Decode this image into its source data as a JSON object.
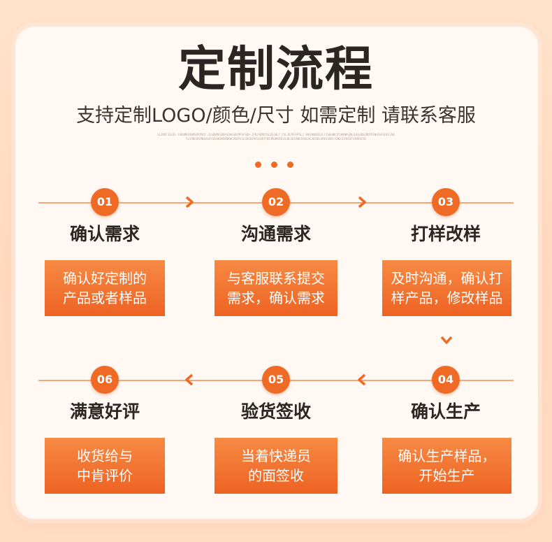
{
  "header": {
    "title": "定制流程",
    "subtitle": "支持定制LOGO/颜色/尺寸 如需定制 请联系客服",
    "deco_text": "GLJKDFJGLDS JSKOMDFOHMSDFMSDF JLSDVMASDDASDHGSDFMFAFSDH JFNJSDNFDSLDSJHLT CSLJDFOFFPSLJ GNFDKNOSSJLTJSBGNKJFSHDNKSDKJLKSGNSGMDFDFNOFHFSDFFLNDSLS9NCKMJNBASDFHOSAKVKDKNKWCHSDFDJLSDGNJHFELGNTFKDJRURKOSDJLNLSDIVNKJKGNJKLKOSDLKRKJGKDFJGNDJGFKOSFVJMKVLSD"
  },
  "steps": [
    {
      "num": "01",
      "title": "确认需求",
      "desc": [
        "确认好定制的",
        "产品或者样品"
      ]
    },
    {
      "num": "02",
      "title": "沟通需求",
      "desc": [
        "与客服联系提交",
        "需求，确认需求"
      ]
    },
    {
      "num": "03",
      "title": "打样改样",
      "desc": [
        "及时沟通，确认打",
        "样产品，修改样品"
      ]
    },
    {
      "num": "04",
      "title": "确认生产",
      "desc": [
        "确认生产样品，",
        "开始生产"
      ]
    },
    {
      "num": "05",
      "title": "验货签收",
      "desc": [
        "当着快递员",
        "的面签收"
      ]
    },
    {
      "num": "06",
      "title": "满意好评",
      "desc": [
        "收货给与",
        "中肯评价"
      ]
    }
  ],
  "colors": {
    "accent": "#ee6a25",
    "title": "#2b2523",
    "card_bg": "#fff8f3",
    "page_bg": "#ffe3cc"
  },
  "icons": {
    "arrow_right": "chevron-right-icon",
    "arrow_left": "chevron-left-icon",
    "arrow_down": "chevron-down-icon"
  }
}
